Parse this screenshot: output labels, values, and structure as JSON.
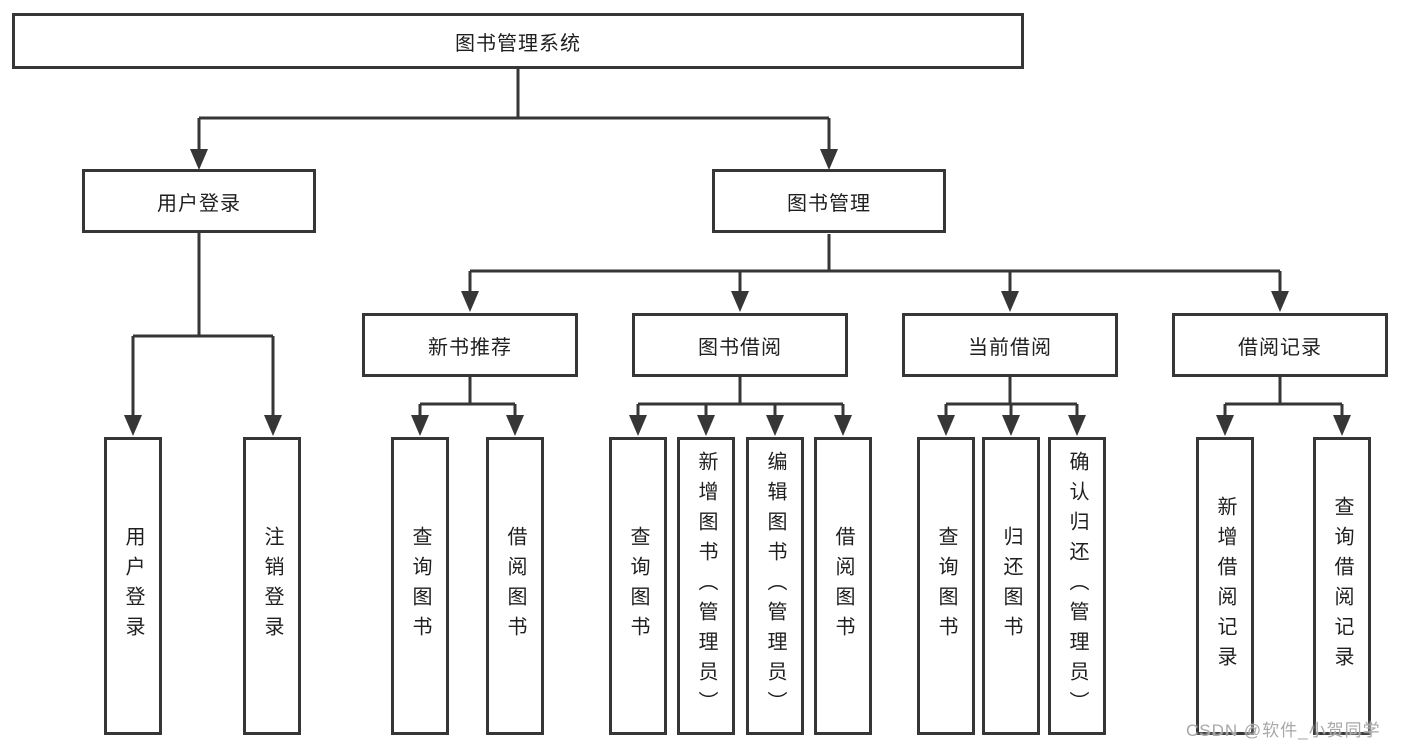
{
  "title": "图书管理系统",
  "watermark": "CSDN @软件_小贺同学",
  "colors": {
    "line": "#363636",
    "text": "#1f1f1f",
    "background": "#ffffff",
    "watermark_gray": "#a8a8a8"
  },
  "tree": {
    "root": {
      "label": "图书管理系统"
    },
    "user_login": {
      "label": "用户登录",
      "children": [
        {
          "label": "用户登录"
        },
        {
          "label": "注销登录"
        }
      ]
    },
    "book_mgmt": {
      "label": "图书管理",
      "sections": [
        {
          "label": "新书推荐",
          "children": [
            {
              "label": "查询图书"
            },
            {
              "label": "借阅图书"
            }
          ]
        },
        {
          "label": "图书借阅",
          "children": [
            {
              "label": "查询图书"
            },
            {
              "label": "新增图书（管理员）"
            },
            {
              "label": "编辑图书（管理员）"
            },
            {
              "label": "借阅图书"
            }
          ]
        },
        {
          "label": "当前借阅",
          "children": [
            {
              "label": "查询图书"
            },
            {
              "label": "归还图书"
            },
            {
              "label": "确认归还（管理员）"
            }
          ]
        },
        {
          "label": "借阅记录",
          "children": [
            {
              "label": "新增借阅记录"
            },
            {
              "label": "查询借阅记录"
            }
          ]
        }
      ]
    }
  }
}
